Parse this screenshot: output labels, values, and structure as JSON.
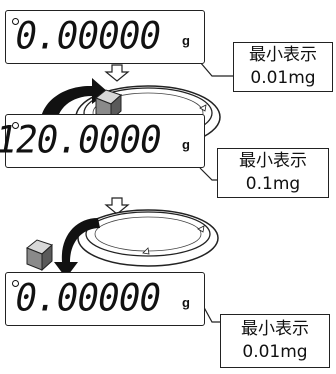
{
  "steps": [
    {
      "reading": "0.00000",
      "unit": "g",
      "callout_label": "最小表示",
      "callout_value": "0.01mg"
    },
    {
      "reading": "120.0000",
      "unit": "g",
      "callout_label": "最小表示",
      "callout_value": "0.1mg"
    },
    {
      "reading": "0.00000",
      "unit": "g",
      "callout_label": "最小表示",
      "callout_value": "0.01mg"
    }
  ],
  "icons": [
    "down-arrow-icon",
    "weighing-pan-icon",
    "weight-cube-icon",
    "curved-arrow-icon"
  ],
  "colors": {
    "ink": "#111111",
    "cube_front": "#8a8a8a",
    "cube_top": "#d8d8d8",
    "cube_side": "#5a5a5a"
  }
}
